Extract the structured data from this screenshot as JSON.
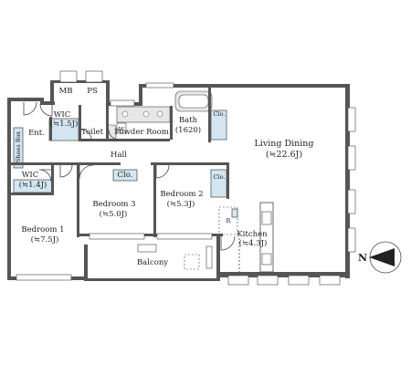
{
  "rooms": {
    "mb": "MB",
    "ps": "PS",
    "wic1_name": "WIC",
    "wic1_area": "(≒1.5J)",
    "ent": "Ent.",
    "shoes_box": "Shoes Box",
    "toilet": "Toilet",
    "powder_room": "Powder Room",
    "w_mark": "W",
    "bath_name": "Bath",
    "bath_size": "(1620)",
    "clo_bath": "Clo.",
    "hall": "Hall",
    "wic2_name": "WIC",
    "wic2_area": "(≒1.4J)",
    "clo_br3": "Clo.",
    "clo_br2": "Clo.",
    "bedroom1_name": "Bedroom 1",
    "bedroom1_area": "(≒7.5J)",
    "bedroom3_name": "Bedroom 3",
    "bedroom3_area": "(≒5.0J)",
    "bedroom2_name": "Bedroom 2",
    "bedroom2_area": "(≒5.3J)",
    "living_name": "Living Dining",
    "living_area": "(≒22.6J)",
    "kitchen_name": "Kitchen",
    "kitchen_area": "(≒4.3J)",
    "balcony": "Balcony",
    "r_mark": "R"
  },
  "compass": {
    "label": "N"
  }
}
